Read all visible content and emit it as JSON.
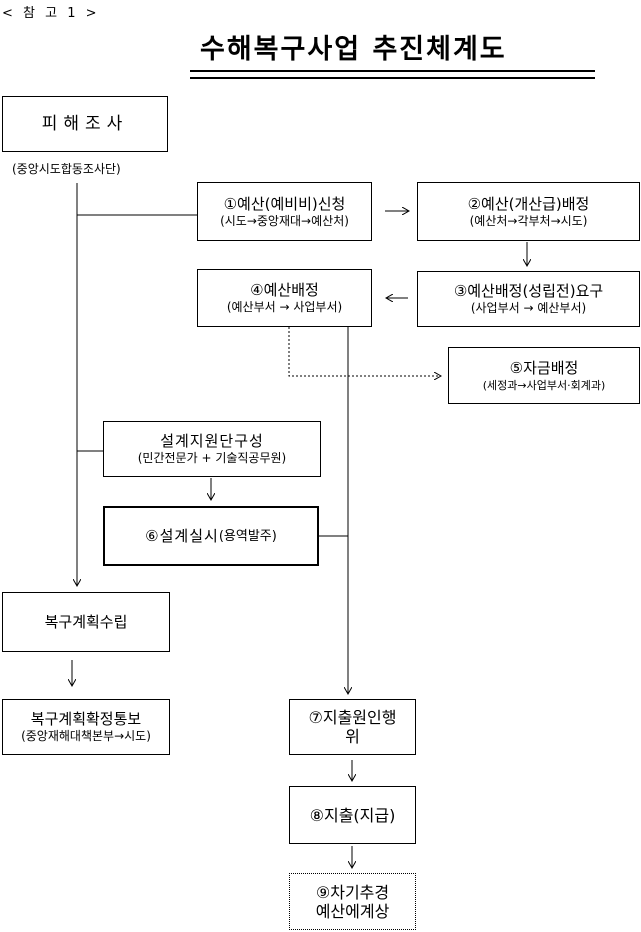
{
  "ref_label": "< 참  고 1 >",
  "title": "수해복구사업 추진체계도",
  "survey": {
    "label": "피해조사",
    "sub": "(중앙시도합동조사단)"
  },
  "step1": {
    "label": "①예산(예비비)신청",
    "sub": "(시도→중앙재대→예산처)"
  },
  "step2": {
    "label": "②예산(개산급)배정",
    "sub": "(예산처→각부처→시도)"
  },
  "step3": {
    "label": "③예산배정(성립전)요구",
    "sub": "(사업부서 → 예산부서)"
  },
  "step4": {
    "label": "④예산배정",
    "sub": "(예산부서 → 사업부서)"
  },
  "step5": {
    "label": "⑤자금배정",
    "sub": "(세정과→사업부서·회계과)"
  },
  "design_team": {
    "label": "설계지원단구성",
    "sub": "(민간전문가 + 기술직공무원)"
  },
  "step6": {
    "label": "⑥설계실시",
    "sub": "(용역발주)"
  },
  "recovery_plan": {
    "label": "복구계획수립"
  },
  "plan_notice": {
    "label": "복구계획확정통보",
    "sub": "(중앙재해대책본부→시도)"
  },
  "step7": {
    "label_line1": "⑦지출원인행",
    "label_line2": "위"
  },
  "step8": {
    "label": "⑧지출(지급)"
  },
  "step9": {
    "label_line1": "⑨차기추경",
    "label_line2": "예산에계상"
  }
}
